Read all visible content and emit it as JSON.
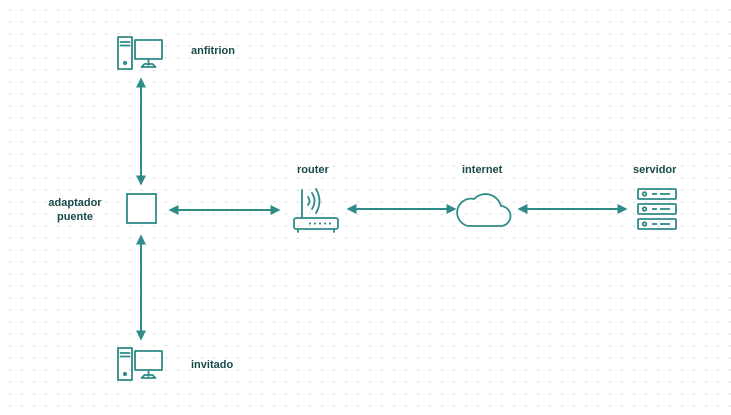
{
  "colors": {
    "stroke": "#2e8b87",
    "text": "#174a4a",
    "background": "#ffffff",
    "dots": "#e4e7e7"
  },
  "nodes": {
    "host": {
      "label": "anfitrion",
      "icon": "desktop-computer-icon"
    },
    "bridge": {
      "label_line1": "adaptador",
      "label_line2": "puente",
      "icon": "bridge-adapter-square"
    },
    "guest": {
      "label": "invitado",
      "icon": "desktop-computer-icon"
    },
    "router": {
      "label": "router",
      "icon": "wifi-router-icon"
    },
    "internet": {
      "label": "internet",
      "icon": "cloud-icon"
    },
    "server": {
      "label": "servidor",
      "icon": "server-rack-icon"
    }
  },
  "connections": [
    {
      "from": "host",
      "to": "bridge",
      "bidirectional": true
    },
    {
      "from": "bridge",
      "to": "guest",
      "bidirectional": true
    },
    {
      "from": "bridge",
      "to": "router",
      "bidirectional": true
    },
    {
      "from": "router",
      "to": "internet",
      "bidirectional": true
    },
    {
      "from": "internet",
      "to": "server",
      "bidirectional": true
    }
  ]
}
